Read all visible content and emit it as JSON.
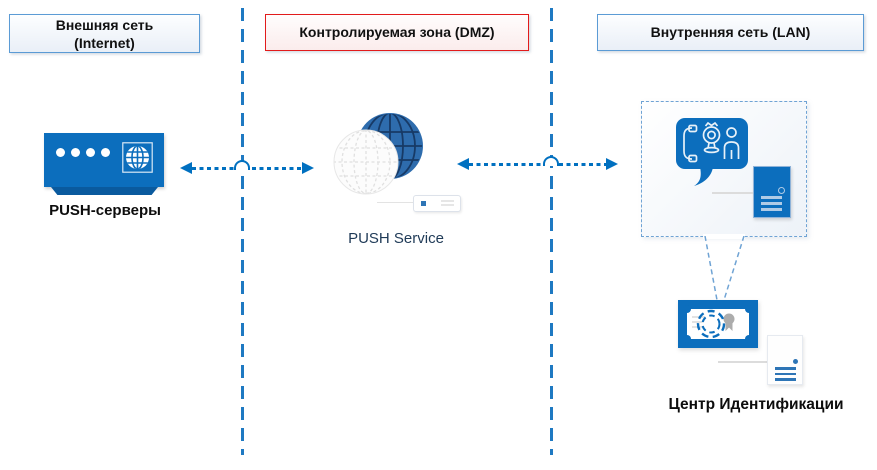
{
  "zone_external": {
    "line1": "Внешняя сеть",
    "line2": "(Internet)"
  },
  "zone_dmz": {
    "label": "Контролируемая зона (DMZ)"
  },
  "zone_lan": {
    "label": "Внутренняя сеть (LAN)"
  },
  "nodes": {
    "push_servers": {
      "label": "PUSH-серверы"
    },
    "push_service": {
      "label": "PUSH Service"
    },
    "id_center": {
      "label": "Центр Идентификации"
    }
  },
  "connections": [
    {
      "from": "push_servers",
      "to": "push_service",
      "style": "dashed-double-headed-arrow"
    },
    {
      "from": "push_service",
      "to": "id_center",
      "style": "dashed-double-headed-arrow"
    }
  ],
  "icons": {
    "push_servers": "server-with-globe",
    "push_service": "internet-globe-with-wireframe-sphere",
    "lan_callout": "communication-bubble (phone, webcam, person) + server-tower",
    "id_center": "certificate-with-seal + document-server"
  },
  "colors": {
    "icon_blue": "#0C6EBD",
    "icon_blue_dark": "#0A5A9E",
    "separator_blue": "#1E79C2",
    "arrow_blue": "#0070C0",
    "zone_border_blue": "#5B9BD5",
    "zone_border_red": "#E21B1B",
    "callout_dash_blue": "#6FA3D4",
    "service_label_navy": "#1F3A57",
    "ribbon_gray": "#ACACAC"
  }
}
